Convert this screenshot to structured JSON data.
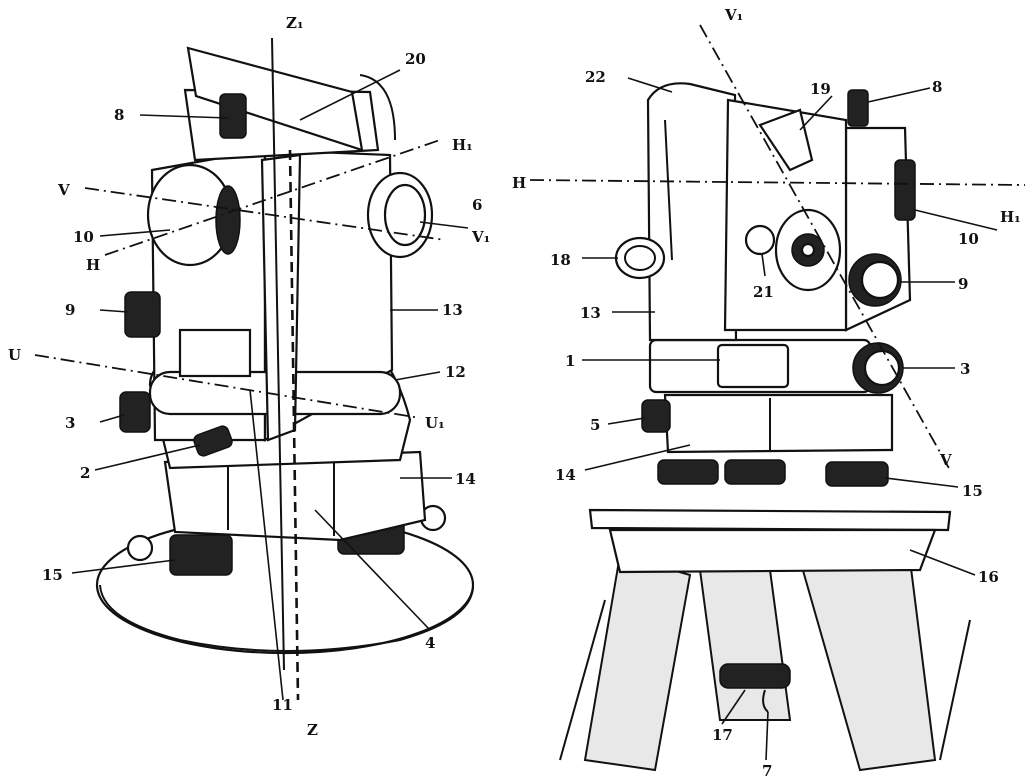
{
  "left_figure": {
    "labels": {
      "z1": "Z₁",
      "n20": "20",
      "n8": "8",
      "h1": "H₁",
      "v": "V",
      "n6": "6",
      "n10": "10",
      "v1": "V₁",
      "h": "H",
      "n9": "9",
      "n13": "13",
      "u": "U",
      "n12": "12",
      "n3": "3",
      "u1": "U₁",
      "n2": "2",
      "n14": "14",
      "n15": "15",
      "n4": "4",
      "n11": "11",
      "z": "Z"
    }
  },
  "right_figure": {
    "labels": {
      "v1": "V₁",
      "n22": "22",
      "n19": "19",
      "n8": "8",
      "h": "H",
      "h1": "H₁",
      "n10": "10",
      "n18": "18",
      "n21": "21",
      "n9": "9",
      "n13": "13",
      "n1": "1",
      "n3": "3",
      "n5": "5",
      "v": "V",
      "n14": "14",
      "n15": "15",
      "n16": "16",
      "n17": "17",
      "n7": "7"
    }
  }
}
